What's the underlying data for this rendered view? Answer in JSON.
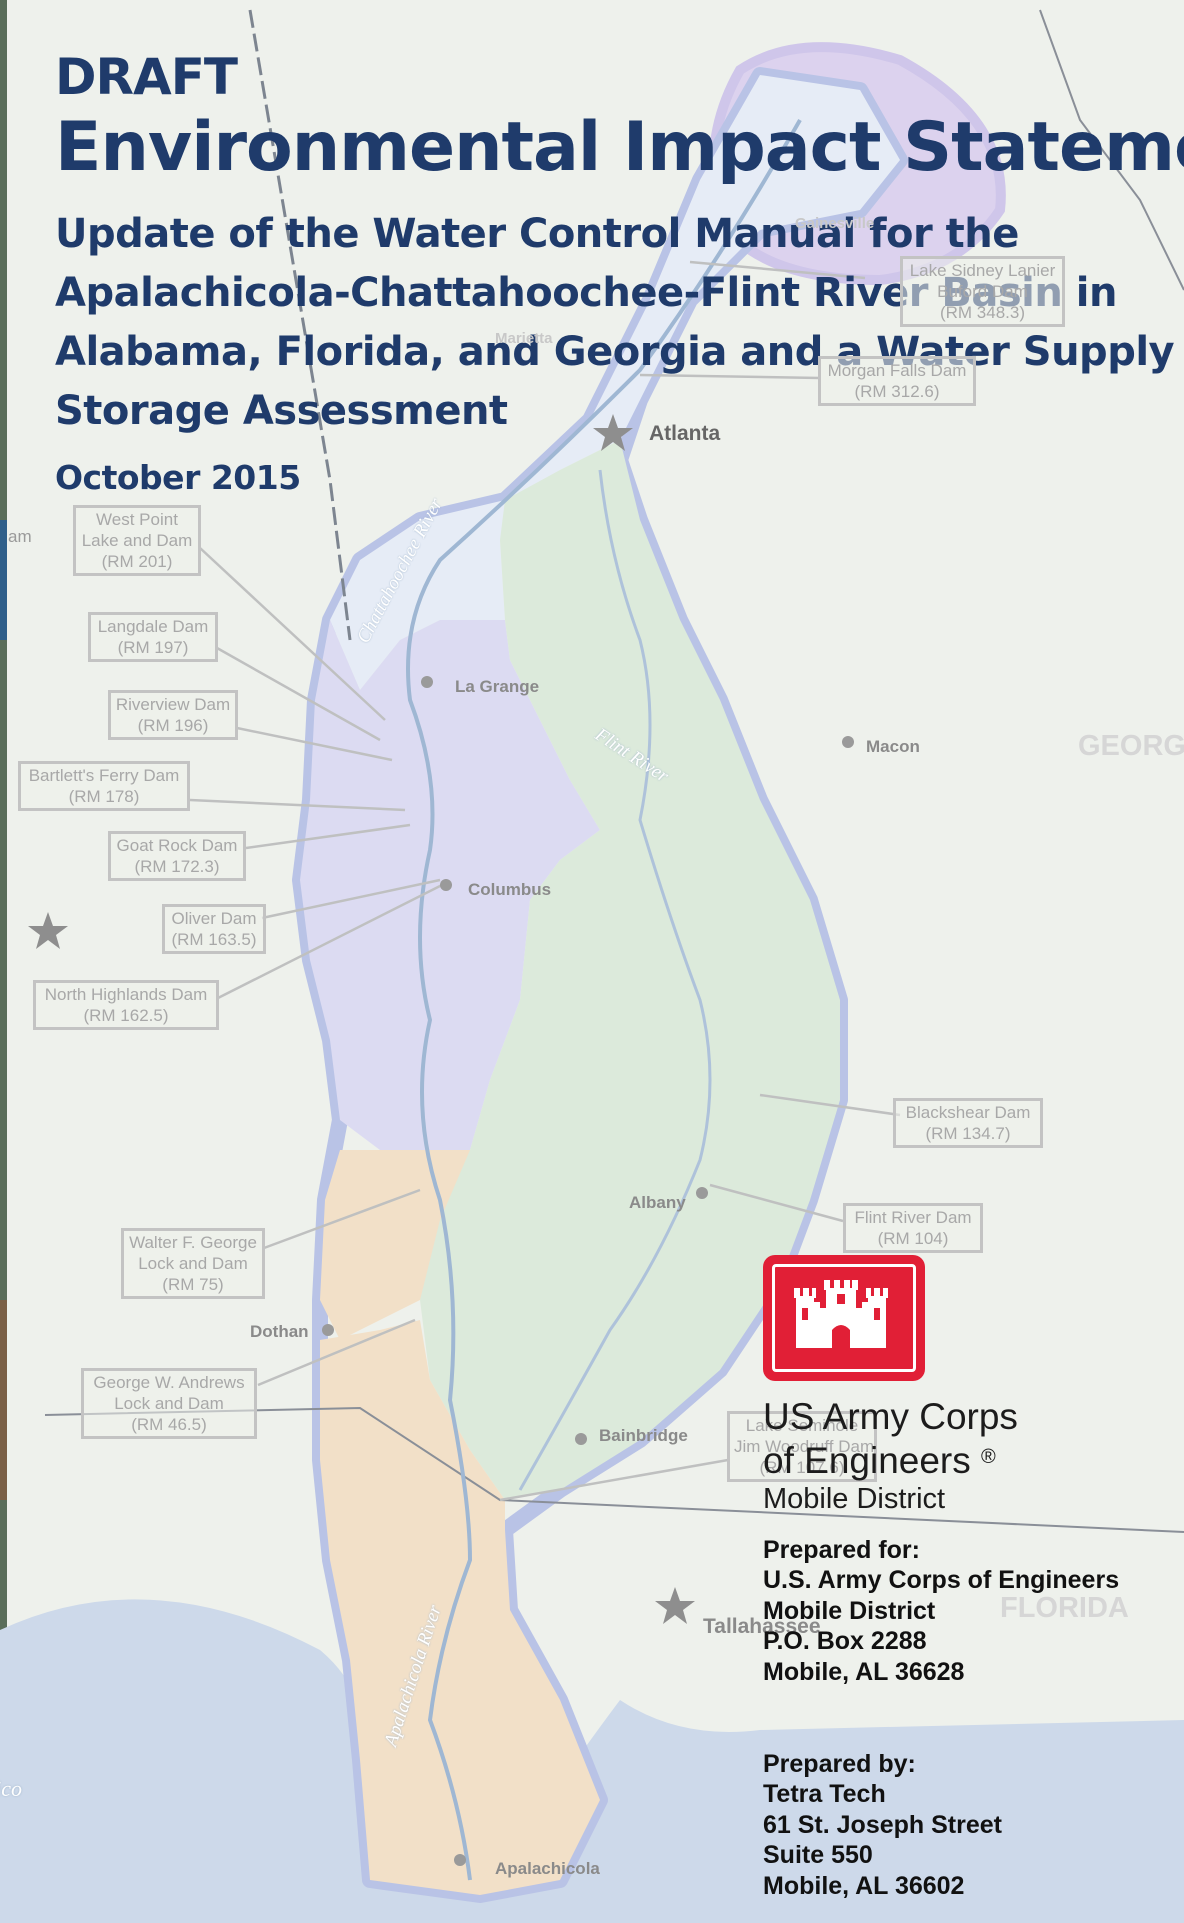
{
  "header": {
    "draft": "DRAFT",
    "title": "Environmental Impact Statement",
    "subtitle_lines": [
      "Update of the Water Control Manual for the",
      "Apalachicola-Chattahoochee-Flint River Basin in",
      "Alabama, Florida, and Georgia and a Water Supply",
      "Storage Assessment"
    ],
    "date": "October 2015"
  },
  "dams": [
    {
      "id": "lanier",
      "lines": [
        "Lake Sidney Lanier",
        "Buford Dam",
        "(RM 348.3)"
      ]
    },
    {
      "id": "morgan",
      "lines": [
        "Morgan Falls Dam",
        "(RM 312.6)"
      ]
    },
    {
      "id": "westpoint",
      "lines": [
        "West Point",
        "Lake and Dam",
        "(RM 201)"
      ]
    },
    {
      "id": "langdale",
      "lines": [
        "Langdale Dam",
        "(RM 197)"
      ]
    },
    {
      "id": "riverview",
      "lines": [
        "Riverview Dam",
        "(RM 196)"
      ]
    },
    {
      "id": "bartlett",
      "lines": [
        "Bartlett's Ferry Dam",
        "(RM 178)"
      ]
    },
    {
      "id": "goatrock",
      "lines": [
        "Goat Rock Dam",
        "(RM 172.3)"
      ]
    },
    {
      "id": "oliver",
      "lines": [
        "Oliver Dam",
        "(RM 163.5)"
      ]
    },
    {
      "id": "northhighlands",
      "lines": [
        "North Highlands Dam",
        "(RM 162.5)"
      ]
    },
    {
      "id": "blackshear",
      "lines": [
        "Blackshear Dam",
        "(RM 134.7)"
      ]
    },
    {
      "id": "flintriver",
      "lines": [
        "Flint River Dam",
        "(RM 104)"
      ]
    },
    {
      "id": "wfgeorge",
      "lines": [
        "Walter F. George",
        "Lock and Dam",
        "(RM 75)"
      ]
    },
    {
      "id": "gwandrews",
      "lines": [
        "George W. Andrews",
        "Lock and Dam",
        "(RM 46.5)"
      ]
    },
    {
      "id": "seminole",
      "lines": [
        "Lake Seminole",
        "Jim Woodruff Dam",
        "(RM 107.6)"
      ]
    }
  ],
  "cities": {
    "atlanta": "Atlanta",
    "lagrange": "La Grange",
    "macon": "Macon",
    "columbus": "Columbus",
    "albany": "Albany",
    "dothan": "Dothan",
    "bainbridge": "Bainbridge",
    "tallahassee": "Tallahassee",
    "apalachicola": "Apalachicola",
    "marietta": "Marietta",
    "gainesville": "Gainesville"
  },
  "states": {
    "georgia": "GEORGIA",
    "florida": "FLORIDA"
  },
  "rivers": {
    "chattahoochee": "Chattahoochee River",
    "flint": "Flint River",
    "apalachicola": "Apalachicola River",
    "gulf": "Gulf of Mexico"
  },
  "edge_text": "am",
  "organization": {
    "line1": "US Army Corps",
    "line2": "of Engineers",
    "mark": "®",
    "line3": "Mobile District"
  },
  "prepared_for": {
    "heading": "Prepared for:",
    "lines": [
      "U.S. Army Corps of Engineers",
      "Mobile District",
      "P.O. Box 2288",
      "Mobile, AL 36628"
    ]
  },
  "prepared_by": {
    "heading": "Prepared by:",
    "lines": [
      "Tetra Tech",
      "61 St. Joseph Street",
      "Suite 550",
      "Mobile, AL 36602"
    ]
  },
  "colors": {
    "title_blue": "#1f3b6b",
    "logo_red": "#e11f36",
    "basin_outline": "#b9c3e6",
    "upper_basin": "#e6ecf6",
    "middle_basin": "#dcdbf2",
    "flint_basin": "#dceadb",
    "lower_basin": "#f2e0c8",
    "water": "#c9d7ea"
  },
  "icons": [
    "castle-icon",
    "star-icon",
    "city-dot-icon"
  ]
}
